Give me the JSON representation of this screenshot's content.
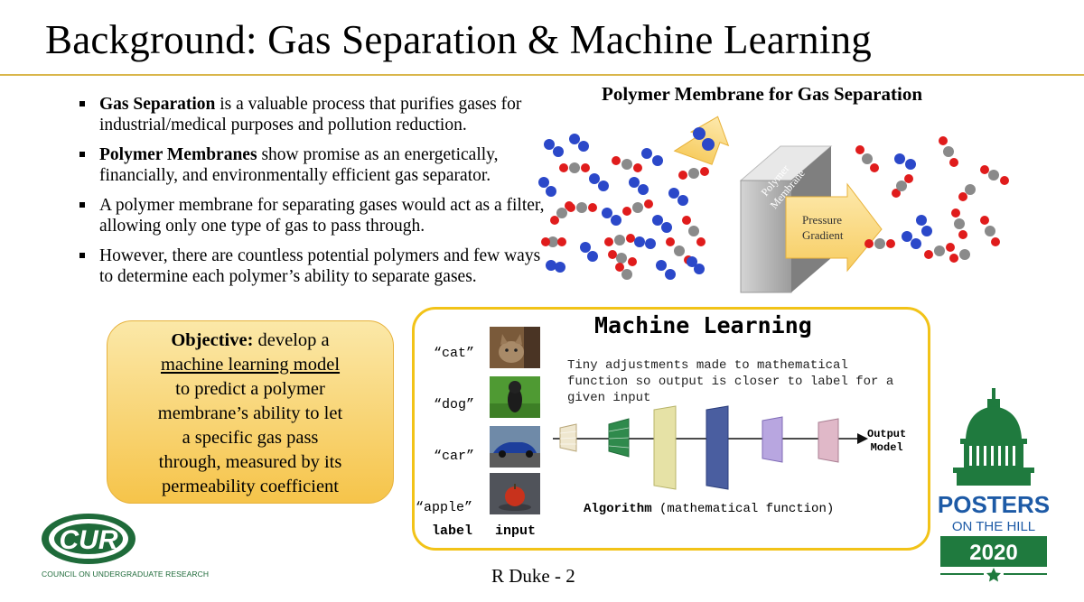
{
  "title": "Background: Gas Separation & Machine Learning",
  "bullets": [
    {
      "bold": "Gas Separation",
      "text": " is a valuable process that purifies gases for industrial/medical purposes and pollution reduction."
    },
    {
      "bold": "Polymer Membranes",
      "text": " show promise as an energetically, financially, and environmentally efficient gas separator."
    },
    {
      "bold": "",
      "text": "A polymer membrane for separating gases would act as a filter, allowing only one type of gas to pass through."
    },
    {
      "bold": "",
      "text": "However, there are countless potential polymers and few ways to determine each polymer’s ability to separate gases."
    }
  ],
  "polymer_figure": {
    "title": "Polymer Membrane for Gas Separation",
    "membrane_label_1": "Polymer",
    "membrane_label_2": "Membrane",
    "pressure_label_1": "Pressure",
    "pressure_label_2": "Gradient"
  },
  "objective": {
    "lead": "Objective:",
    "line1": " develop a",
    "link": "machine learning model",
    "rest": [
      "to predict a polymer",
      "membrane’s ability to let",
      "a specific gas pass",
      "through, measured by its",
      "permeability coefficient"
    ]
  },
  "ml": {
    "title": "Machine Learning",
    "description": "Tiny adjustments made to mathematical function so output is closer to label for a given input",
    "labels": [
      "“cat”",
      "“dog”",
      "“car”",
      "“apple”"
    ],
    "label_heading": "label",
    "input_heading": "input",
    "algorithm_bold": "Algorithm",
    "algorithm_rest": " (mathematical function)",
    "output_line1": "Output",
    "output_line2": "Model"
  },
  "cur": {
    "logo_text": "CUR",
    "subtitle": "COUNCIL ON UNDERGRADUATE RESEARCH"
  },
  "poh": {
    "line1": "POSTERS",
    "line2": "ON THE HILL",
    "year": "2020"
  },
  "footer": "R Duke - 2",
  "colors": {
    "accent_gold": "#f2c318",
    "title_rule": "#d9b64a",
    "cur_green": "#1f6b3a",
    "poh_blue": "#1d5aa6",
    "poh_green": "#1f7a3e"
  }
}
